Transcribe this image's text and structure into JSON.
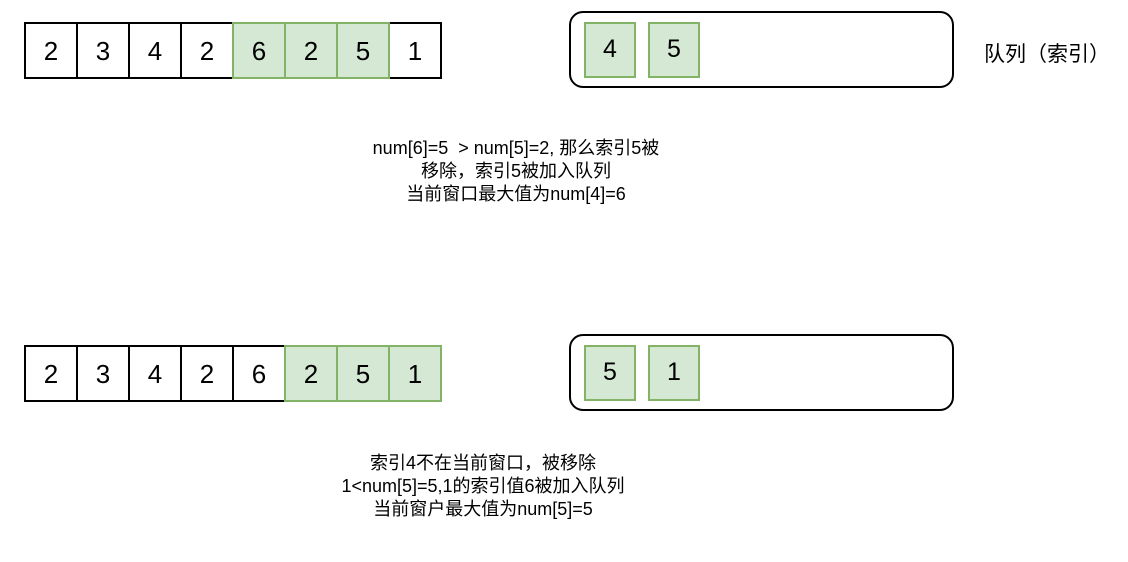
{
  "colors": {
    "highlight_fill": "#d5e8d4",
    "highlight_border": "#82b366",
    "cell_border": "#000000",
    "text": "#000000",
    "background": "#ffffff"
  },
  "queue_label": "队列（索引）",
  "top": {
    "array": {
      "values": [
        "2",
        "3",
        "4",
        "2",
        "6",
        "2",
        "5",
        "1"
      ],
      "highlighted": [
        4,
        5,
        6
      ]
    },
    "queue": {
      "items": [
        "4",
        "5"
      ]
    },
    "caption_lines": [
      "num[6]=5  > num[5]=2, 那么索引5被",
      "移除，索引5被加入队列",
      "当前窗口最大值为num[4]=6"
    ]
  },
  "bottom": {
    "array": {
      "values": [
        "2",
        "3",
        "4",
        "2",
        "6",
        "2",
        "5",
        "1"
      ],
      "highlighted": [
        5,
        6,
        7
      ]
    },
    "queue": {
      "items": [
        "5",
        "1"
      ]
    },
    "caption_lines": [
      "索引4不在当前窗口，被移除",
      "1<num[5]=5,1的索引值6被加入队列",
      "当前窗户最大值为num[5]=5"
    ]
  }
}
